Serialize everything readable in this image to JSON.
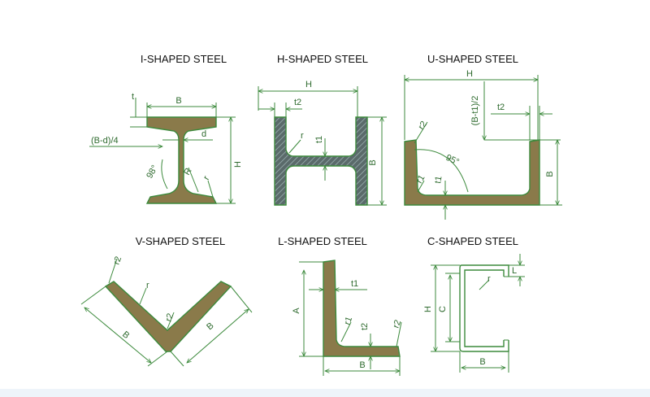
{
  "colors": {
    "steel_fill": "#8a7a4a",
    "dimension_green": "#3c8a3c",
    "title_text": "#111111"
  },
  "panels": {
    "i_shaped": {
      "title": "I-SHAPED STEEL",
      "labels": {
        "t": "t",
        "b": "B",
        "bd4": "(B-d)/4",
        "d": "d",
        "h": "H",
        "angle": "98°",
        "r_big": "R",
        "r_small": "r"
      }
    },
    "h_shaped": {
      "title": "H-SHAPED STEEL",
      "labels": {
        "h": "H",
        "t2": "t2",
        "r": "r",
        "t1": "t1",
        "b": "B"
      }
    },
    "u_shaped": {
      "title": "U-SHAPED STEEL",
      "labels": {
        "h": "H",
        "bt12": "(B-t1)/2",
        "t2": "t2",
        "r2": "r2",
        "angle": "95°",
        "r1": "r1",
        "t1": "t1",
        "b": "B"
      }
    },
    "v_shaped": {
      "title": "V-SHAPED STEEL",
      "labels": {
        "r2_top": "r2",
        "r": "r",
        "r2_mid": "r2",
        "b_left": "B",
        "b_right": "B"
      }
    },
    "l_shaped": {
      "title": "L-SHAPED STEEL",
      "labels": {
        "a": "A",
        "t1": "t1",
        "r1": "r1",
        "t2": "t2",
        "r2": "r2",
        "b": "B"
      }
    },
    "c_shaped": {
      "title": "C-SHAPED STEEL",
      "labels": {
        "r": "r",
        "l": "L",
        "h": "H",
        "c": "C",
        "b": "B"
      }
    }
  }
}
